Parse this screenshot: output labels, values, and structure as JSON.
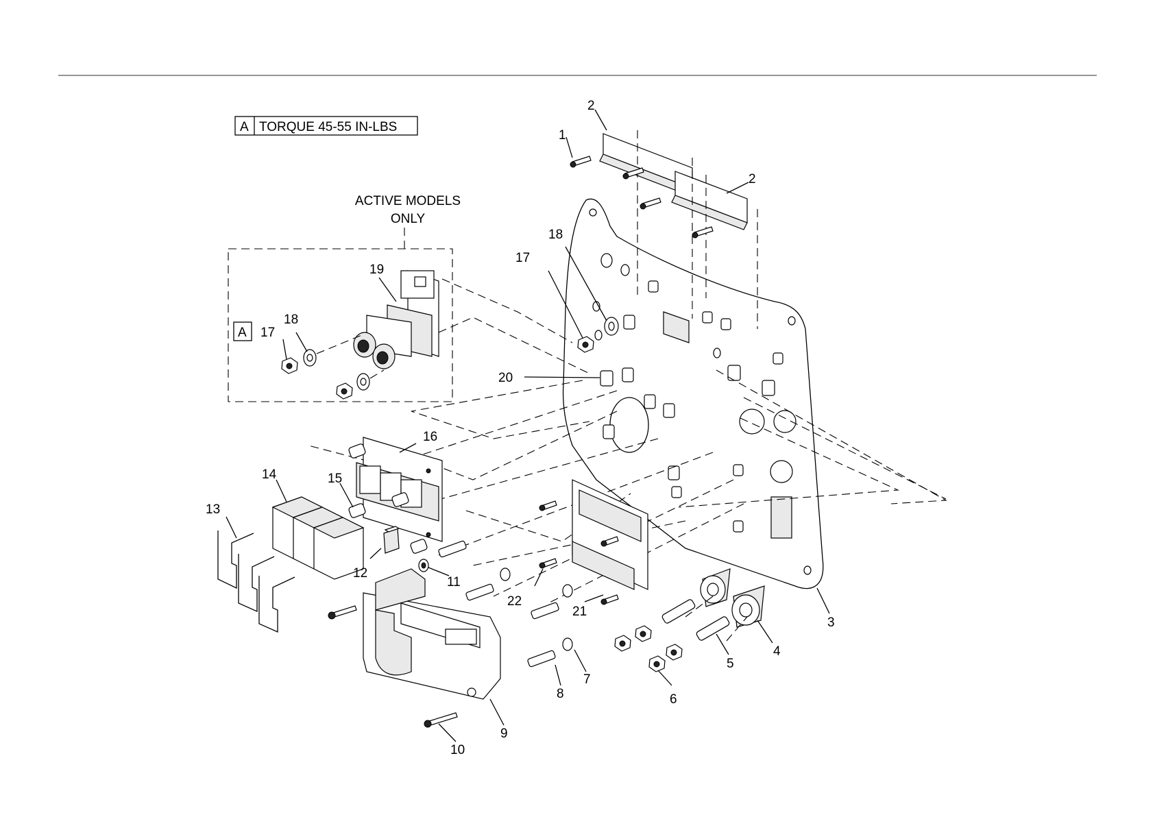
{
  "torque_note": {
    "symbol": "A",
    "text": "TORQUE 45-55 IN-LBS"
  },
  "inset": {
    "heading_line1": "ACTIVE MODELS",
    "heading_line2": "ONLY",
    "symbol": "A"
  },
  "callouts": {
    "c1": "1",
    "c2a": "2",
    "c2b": "2",
    "c3": "3",
    "c4": "4",
    "c5": "5",
    "c6": "6",
    "c7": "7",
    "c8": "8",
    "c9": "9",
    "c10": "10",
    "c11": "11",
    "c12": "12",
    "c13": "13",
    "c14": "14",
    "c15": "15",
    "c16": "16",
    "c17a": "17",
    "c18a": "18",
    "c17b": "17",
    "c18b": "18",
    "c19": "19",
    "c20": "20",
    "c21": "21",
    "c22": "22"
  },
  "colors": {
    "line": "#000000",
    "background": "#ffffff"
  }
}
